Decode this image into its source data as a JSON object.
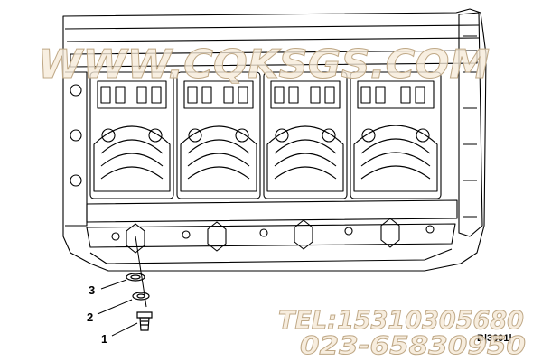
{
  "diagram": {
    "figure_code": "B|3691|",
    "callouts": [
      {
        "label": "3",
        "part": "sealing washer"
      },
      {
        "label": "2",
        "part": "plug gasket"
      },
      {
        "label": "1",
        "part": "plug"
      }
    ]
  },
  "watermark": {
    "url": "WWW.CQKSGS.COM",
    "tel": "TEL:15310305680",
    "phone": "023-65830950"
  },
  "colors": {
    "line": "#000000",
    "watermark": "#f6ead8",
    "watermark_stroke": "#bfa886"
  }
}
